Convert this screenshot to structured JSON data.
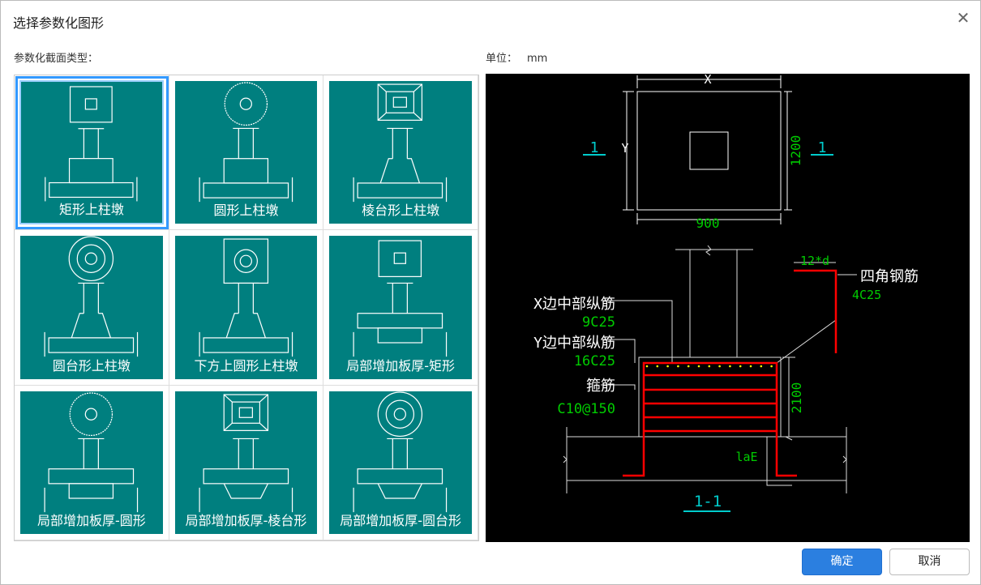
{
  "dialog": {
    "title": "选择参数化图形",
    "close_icon": "close-icon"
  },
  "left_label": "参数化截面类型：",
  "unit": {
    "label": "单位：",
    "value": "mm"
  },
  "types": [
    {
      "label": "矩形上柱墩",
      "plan": "rect",
      "base": "rect",
      "selected": true
    },
    {
      "label": "圆形上柱墩",
      "plan": "circle",
      "base": "rect"
    },
    {
      "label": "棱台形上柱墩",
      "plan": "frustum",
      "base": "trap"
    },
    {
      "label": "圆台形上柱墩",
      "plan": "rings",
      "base": "trap"
    },
    {
      "label": "下方上圆形上柱墩",
      "plan": "rectring",
      "base": "trap"
    },
    {
      "label": "局部增加板厚-矩形",
      "plan": "rect",
      "base": "down-rect"
    },
    {
      "label": "局部增加板厚-圆形",
      "plan": "circle",
      "base": "down-rect"
    },
    {
      "label": "局部增加板厚-棱台形",
      "plan": "frustum",
      "base": "down-trap"
    },
    {
      "label": "局部增加板厚-圆台形",
      "plan": "rings",
      "base": "down-trap"
    }
  ],
  "preview": {
    "plan": {
      "x_label": "X",
      "y_label": "Y",
      "dim_x": "900",
      "dim_y": "1200",
      "section_mark": "1"
    },
    "section": {
      "x_bar_label": "X边中部纵筋",
      "x_bar_value": "9C25",
      "y_bar_label": "Y边中部纵筋",
      "y_bar_value": "16C25",
      "stirrup_label": "箍筋",
      "stirrup_value": "C10@150",
      "corner_label": "四角钢筋",
      "corner_value": "4C25",
      "hook": "12*d",
      "height": "2100",
      "anchor": "laE",
      "title": "1-1"
    }
  },
  "buttons": {
    "ok": "确定",
    "cancel": "取消"
  }
}
